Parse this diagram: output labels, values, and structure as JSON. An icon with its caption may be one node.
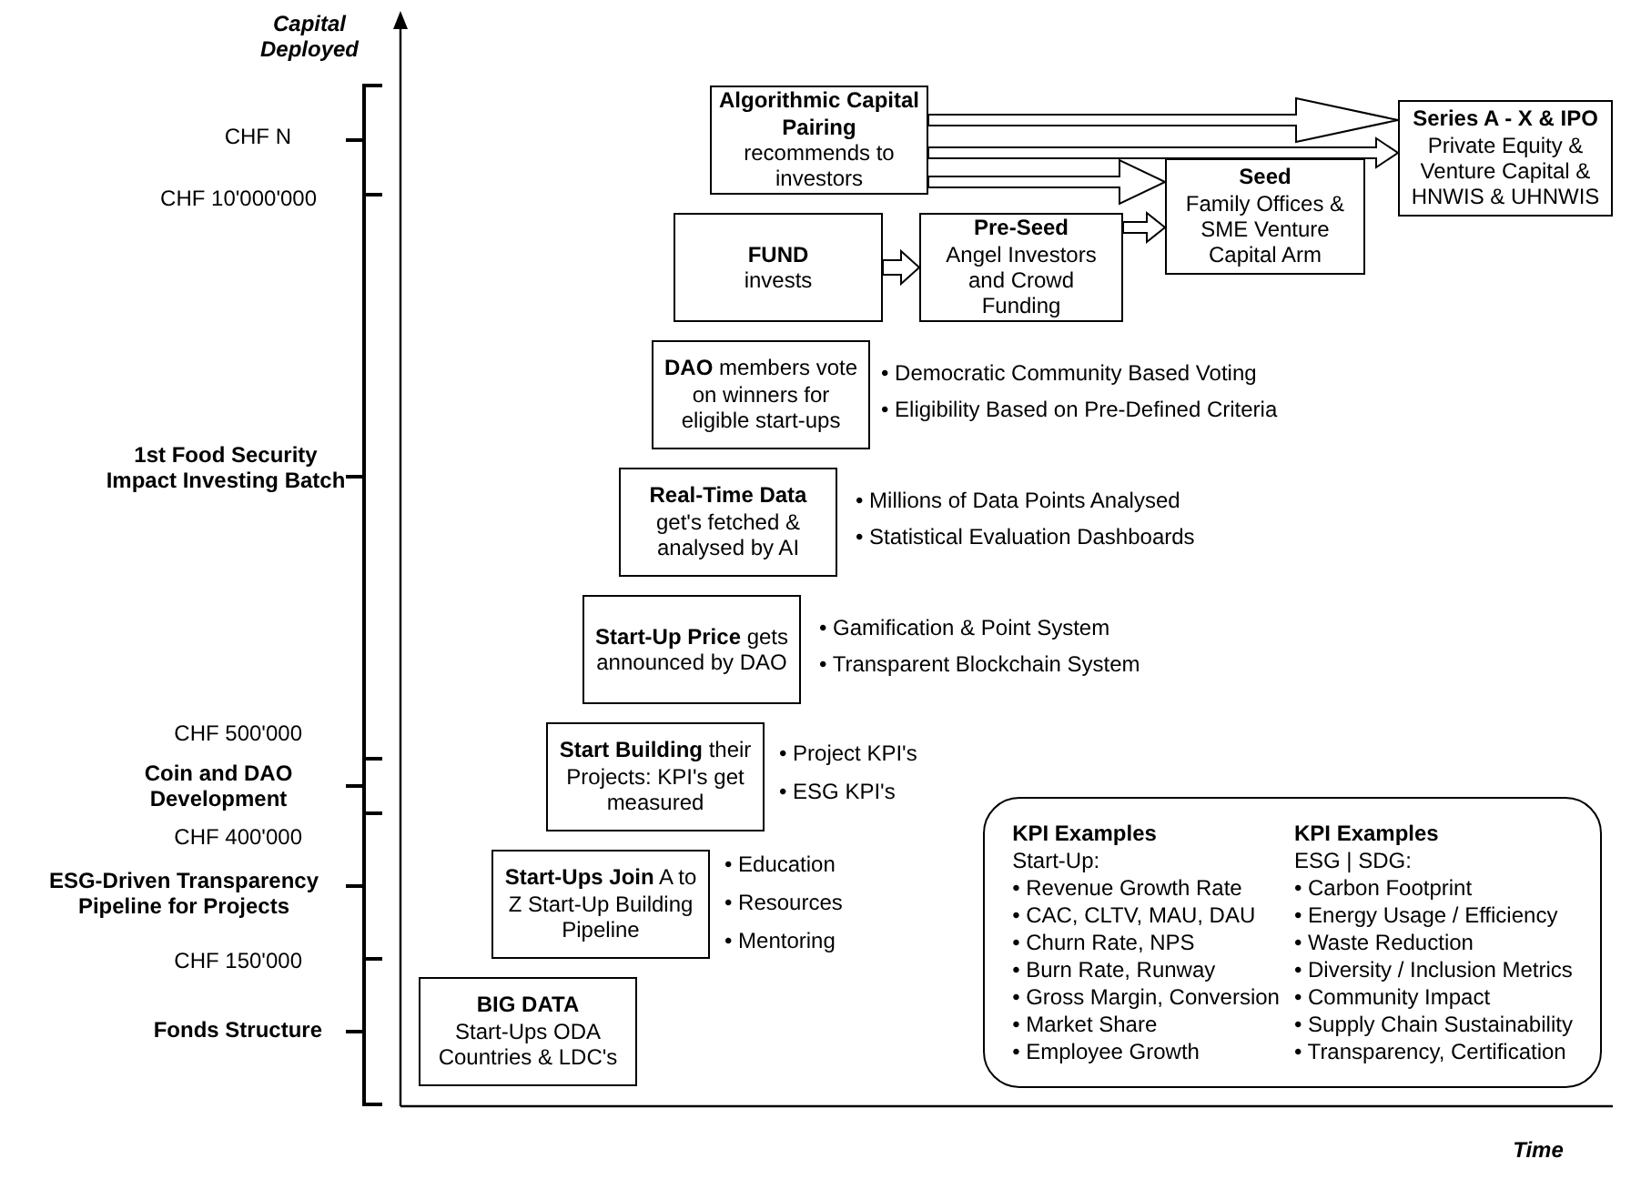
{
  "diagram": {
    "nodes": [
      {
        "text": [
          "Algorithmic Capital Pairing",
          "recommends to investors"
        ]
      },
      {
        "text": [
          "Series A - X & IPO",
          "Private Equity & Venture Capital & HNWIS & UHNWIS"
        ]
      },
      {
        "text": [
          "Seed",
          "Family Offices & SME Venture Capital Arm"
        ]
      },
      {
        "text": [
          "FUND",
          "invests"
        ]
      },
      {
        "text": [
          "Pre-Seed",
          "Angel Investors and Crowd Funding"
        ]
      },
      {
        "text": [
          "**DAO** members vote on winners for eligible start-ups"
        ],
        "beside": [
          "• Democratic Community Based Voting",
          "• Eligibility Based on Pre-Defined Criteria"
        ]
      },
      {
        "text": [
          "Real-Time Data",
          "get's fetched & analysed by AI"
        ],
        "beside": [
          "• Millions of Data Points Analysed",
          "• Statistical Evaluation Dashboards"
        ]
      },
      {
        "text": [
          "**Start-Up Price** gets announced by DAO"
        ],
        "beside": [
          "• Gamification & Point System",
          "• Transparent Blockchain System"
        ]
      },
      {
        "text": [
          "**Start Building** their Projects: KPI's get measured"
        ],
        "beside": [
          "• Project KPI's",
          "• ESG KPI's"
        ]
      },
      {
        "text": [
          "**Start-Ups Join** A to Z Start-Up Building Pipeline"
        ],
        "beside": [
          "• Education",
          "• Resources",
          "• Mentoring"
        ]
      },
      {
        "text": [
          "BIG DATA",
          "Start-Ups ODA Countries & LDC's"
        ]
      },
      {
        "text": [
          "KPI Examples",
          "Start-Up:",
          "• Revenue Growth Rate",
          "• CAC, CLTV, MAU, DAU",
          "• Churn Rate, NPS",
          "• Burn Rate, Runway",
          "• Gross Margin, Conversion",
          "• Market Share",
          "• Employee Growth",
          "KPI Examples",
          "ESG | SDG:",
          "• Carbon Footprint",
          "• Energy Usage / Efficiency",
          "• Waste Reduction",
          "• Diversity / Inclusion Metrics",
          "• Community Impact",
          "• Supply Chain Sustainability",
          "• Transparency, Certification"
        ]
      }
    ],
    "edges": [
      {
        "from": 0,
        "to": 1,
        "arrow": "to"
      },
      {
        "from": 0,
        "to": 1,
        "arrow": "to"
      },
      {
        "from": 0,
        "to": 2,
        "arrow": "to"
      },
      {
        "from": 4,
        "to": 2,
        "arrow": "to"
      },
      {
        "from": 3,
        "to": 4,
        "arrow": "to"
      }
    ],
    "labels": [
      "Capital Deployed",
      "CHF N",
      "CHF 10'000'000",
      "1st Food Security Impact Investing Batch",
      "CHF 500'000",
      "Coin and DAO Development",
      "CHF 400'000",
      "ESG-Driven Transparency Pipeline for Projects",
      "CHF 150'000",
      "Fonds Structure",
      "Time"
    ]
  }
}
